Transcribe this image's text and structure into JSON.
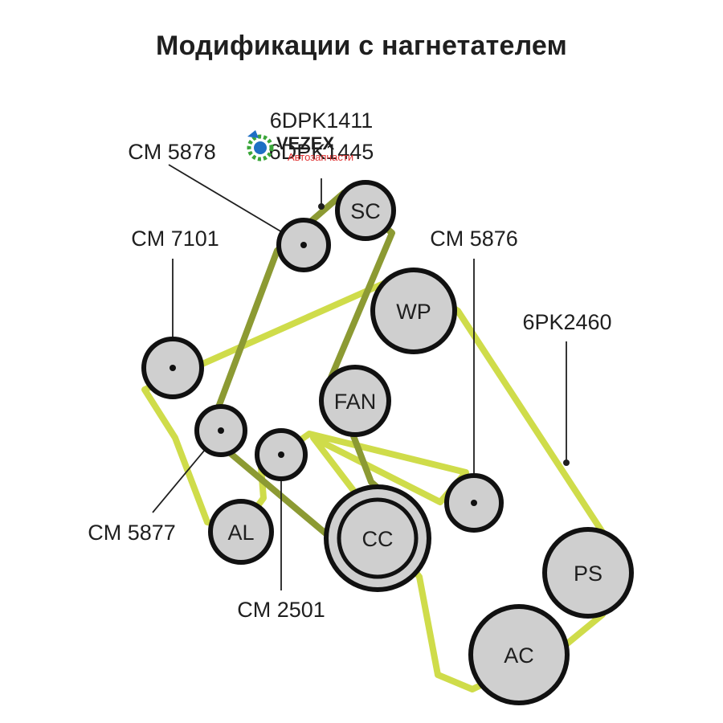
{
  "title": "Модификации с нагнетателем",
  "colors": {
    "belt_outer": "#cfdc4a",
    "belt_inner": "#8c9a33",
    "pulley_fill": "#cfcfcf",
    "stroke": "#111111",
    "logo_blue": "#1e6fc4",
    "logo_green": "#3aa639"
  },
  "watermark": {
    "brand": "VEZEX",
    "sub": "Автозапчасти",
    "icon": "gear-wrench-logo-icon"
  },
  "pulleys": {
    "sc": "SC",
    "wp": "WP",
    "fan": "FAN",
    "cc": "CC",
    "al": "AL",
    "ps": "PS",
    "ac": "AC"
  },
  "labels": {
    "belt_inner_1": "6DPK1411",
    "belt_inner_2": "6DPK1445",
    "cm5878": "CM 5878",
    "cm7101": "CM 7101",
    "cm5876": "CM 5876",
    "belt_outer": "6PK2460",
    "cm5877": "CM 5877",
    "cm2501": "CM 2501"
  }
}
